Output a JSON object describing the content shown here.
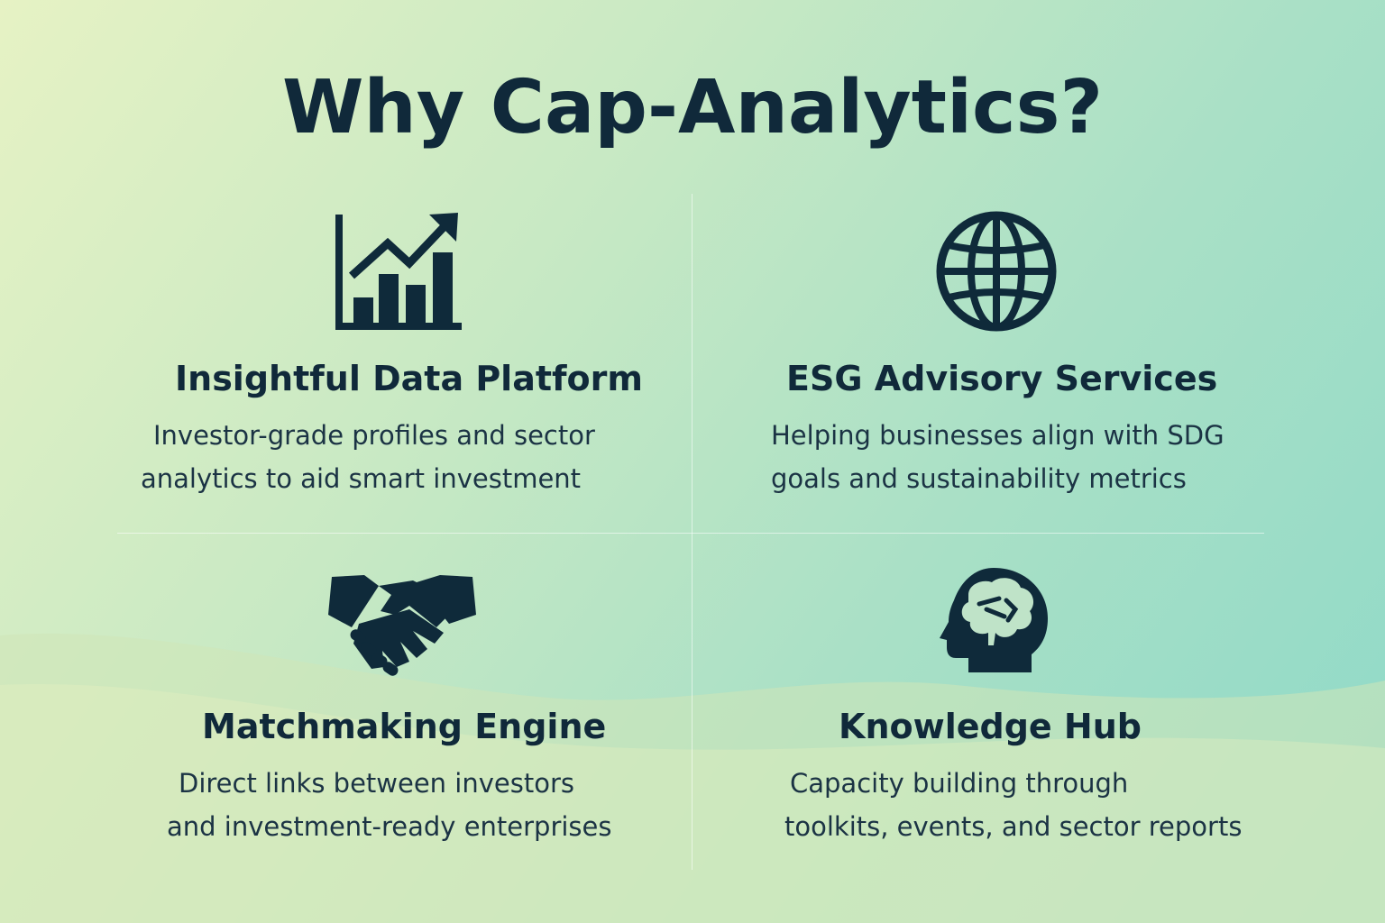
{
  "page": {
    "title": "Why Cap-Analytics?"
  },
  "colors": {
    "ink": "#0f2a3a",
    "background_start": "#e6f2c4",
    "background_end": "#8ed9c8"
  },
  "features": [
    {
      "icon": "growth-chart-icon",
      "title": "Insightful Data Platform",
      "line1": "Investor-grade profiles and sector",
      "line2": "analytics to aid smart investment"
    },
    {
      "icon": "globe-icon",
      "title": "ESG Advisory Services",
      "line1": "Helping businesses align with SDG",
      "line2": "goals and sustainability metrics"
    },
    {
      "icon": "handshake-icon",
      "title": "Matchmaking Engine",
      "line1": "Direct links between investors",
      "line2": "and investment-ready enterprises"
    },
    {
      "icon": "brain-head-icon",
      "title": "Knowledge Hub",
      "line1": "Capacity building through",
      "line2": "toolkits, events, and sector reports"
    }
  ]
}
